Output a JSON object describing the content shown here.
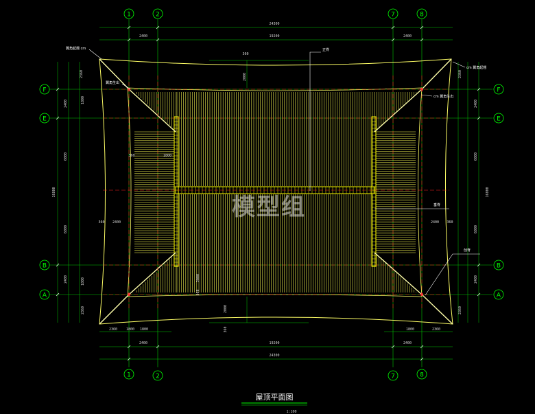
{
  "drawing": {
    "title": "屋顶平面图",
    "scale": "1:100",
    "watermark": "模型组"
  },
  "axes": {
    "columns": [
      "1",
      "2",
      "7",
      "8"
    ],
    "rows": [
      "F",
      "E",
      "B",
      "A"
    ]
  },
  "dimensions": {
    "top_total": "24300",
    "top_left": "2400",
    "top_middle": "19200",
    "top_right": "2400",
    "center_offset": "360",
    "upper_inner": "2000",
    "bottom_total": "24300",
    "bottom_left": "2400",
    "bottom_middle": "19200",
    "bottom_right": "2400",
    "bottom_seg_a": "2360",
    "bottom_seg_b": "1800",
    "bottom_seg_c": "1800",
    "bottom_seg_d": "1800",
    "bottom_seg_e": "2360",
    "bottom_offset": "360",
    "lower_inner": "2000",
    "left_total": "16800",
    "left_upper": "2360",
    "left_seg_1": "2400",
    "left_seg_2": "1800",
    "left_seg_3": "6000",
    "left_seg_4": "6000",
    "left_seg_5": "2400",
    "left_seg_6": "1800",
    "left_lower": "2360",
    "right_total": "16800",
    "right_upper": "2360",
    "right_seg_1": "2400",
    "right_seg_2": "6000",
    "right_seg_3": "6000",
    "right_seg_4": "2400",
    "right_lower": "2360",
    "inner_left_a": "360",
    "inner_left_b": "1800",
    "inner_left_c": "360",
    "inner_left_d": "2400",
    "inner_right_a": "2400",
    "inner_right_b": "360",
    "small_a": "2000",
    "small_b": "360"
  },
  "labels": {
    "ridge_top": "正脊",
    "corner_tl": "翼角起翘 cm",
    "corner_tr": "cm 翼角起翘",
    "eave_tl": "翼角生出",
    "eave_tr": "cm 翼角生出",
    "hip_right": "垂脊",
    "hip_lower": "戗脊"
  }
}
